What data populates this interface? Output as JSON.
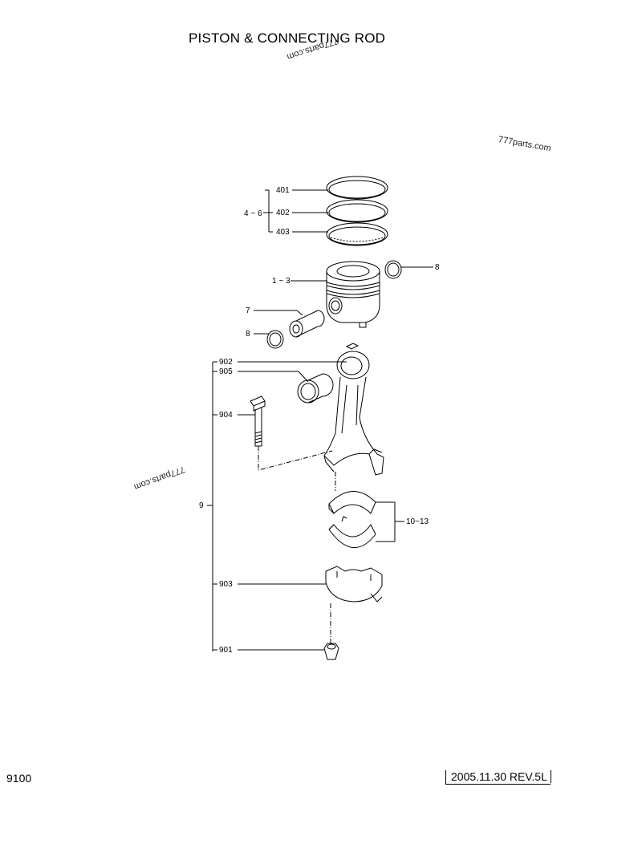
{
  "header": {
    "title": "PISTON & CONNECTING ROD"
  },
  "watermarks": [
    "777parts.com",
    "777parts.com",
    "777parts.com"
  ],
  "footer": {
    "page_number": "9100",
    "revision": "2005.11.30  REV.5L"
  },
  "labels": {
    "p401": "401",
    "p402": "402",
    "p403": "403",
    "g4_6": "4 ~ 6",
    "p8a": "8",
    "g1_3": "1 ~ 3",
    "p7": "7",
    "p8b": "8",
    "p902": "902",
    "p905": "905",
    "p904": "904",
    "g9": "9",
    "g10_13": "10~13",
    "p903": "903",
    "p901": "901"
  }
}
